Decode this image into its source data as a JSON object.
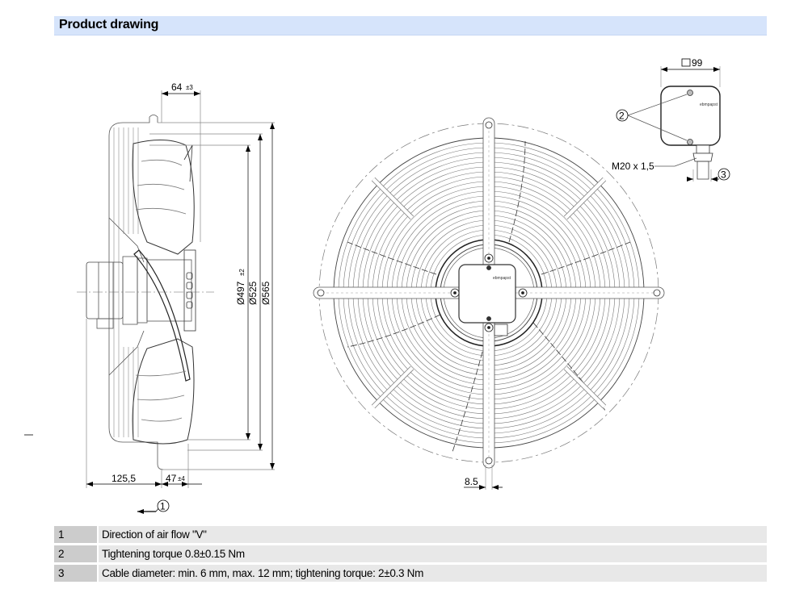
{
  "header": {
    "title": "Product drawing",
    "background_color": "#d6e4fb"
  },
  "drawing": {
    "side_view": {
      "dimensions": {
        "depth_top": "64",
        "depth_top_tolerance": "±3",
        "diameter_1": "Ø497",
        "diameter_1_tolerance": "±2",
        "diameter_2": "Ø525",
        "diameter_3": "Ø565",
        "bottom_left": "125,5",
        "bottom_right": "47",
        "bottom_right_tolerance": "±4"
      },
      "callout_airflow": "1"
    },
    "front_view": {
      "dimension_bracket": "8.5",
      "brand_label": "ebmpapst"
    },
    "terminal_box": {
      "size": "99",
      "callout_screws": "2",
      "thread_label": "M20 x 1,5",
      "callout_cable": "3",
      "brand_label": "ebmpapst"
    }
  },
  "legend": {
    "rows": [
      {
        "num": "1",
        "text": "Direction of air flow \"V\""
      },
      {
        "num": "2",
        "text": "Tightening torque 0.8±0.15 Nm"
      },
      {
        "num": "3",
        "text": "Cable diameter: min. 6 mm, max. 12 mm; tightening torque: 2±0.3 Nm"
      }
    ],
    "num_cell_color": "#cccccc",
    "text_cell_color": "#e8e8e8"
  }
}
